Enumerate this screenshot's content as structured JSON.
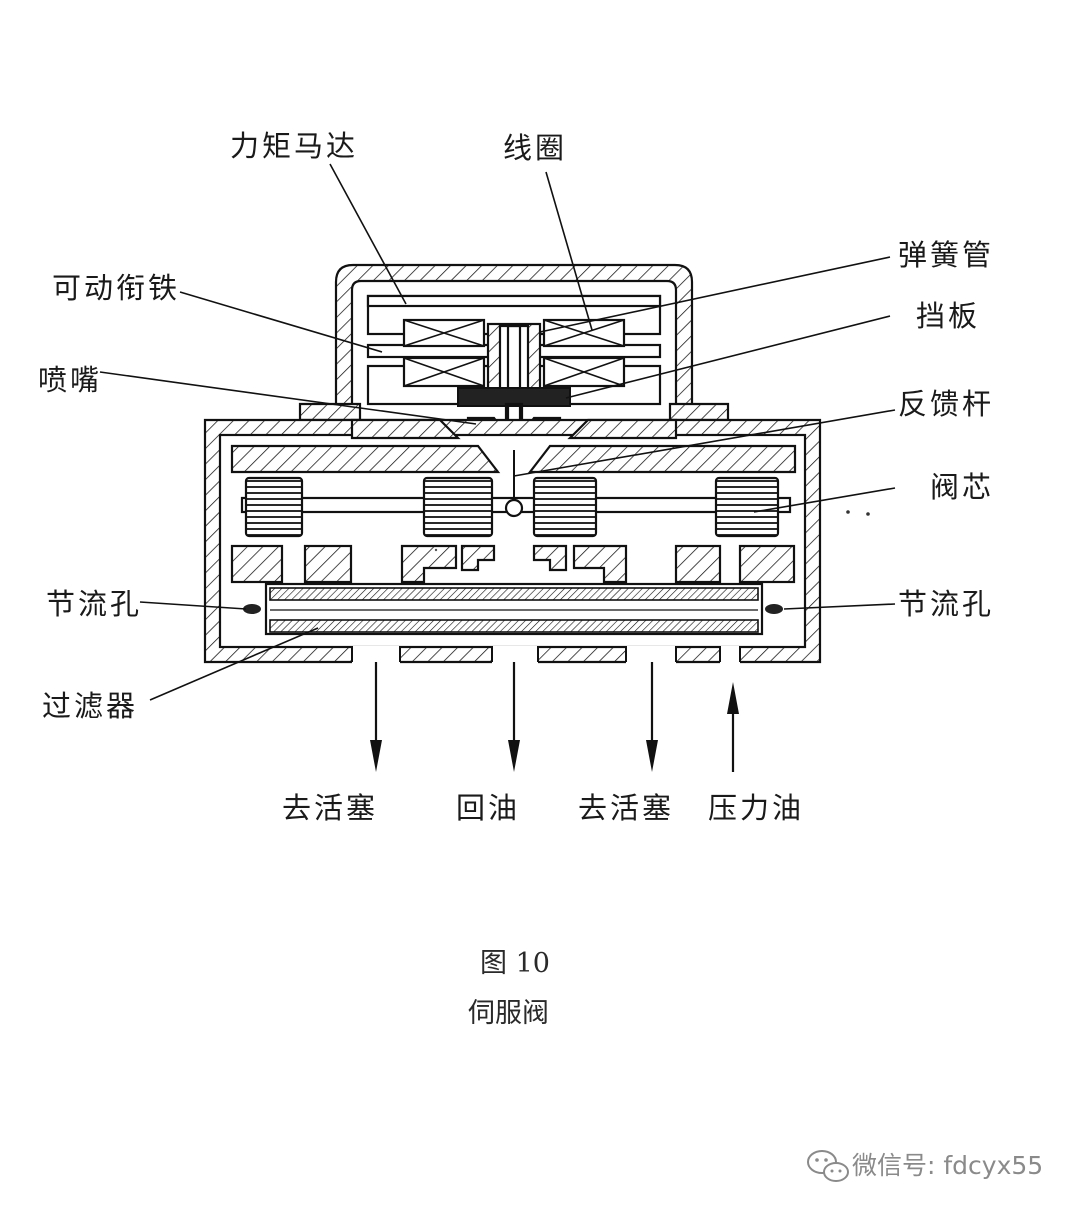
{
  "labels": {
    "torque_motor": "力矩马达",
    "coil": "线圈",
    "armature": "可动衔铁",
    "spring_tube": "弹簧管",
    "flapper": "挡板",
    "nozzle": "喷嘴",
    "feedback_rod": "反馈杆",
    "spool": "阀芯",
    "orifice_left": "节流孔",
    "orifice_right": "节流孔",
    "filter": "过滤器"
  },
  "ports": {
    "to_piston_left": "去活塞",
    "return_oil": "回油",
    "to_piston_right": "去活塞",
    "pressure_oil": "压力油"
  },
  "caption": {
    "figure_number": "图 10",
    "title": "伺服阀"
  },
  "watermark": {
    "text": "微信号: fdcyx55",
    "icon": "wechat-icon"
  },
  "colors": {
    "line": "#111111",
    "background": "#ffffff",
    "watermark": "#8a8a8a"
  }
}
